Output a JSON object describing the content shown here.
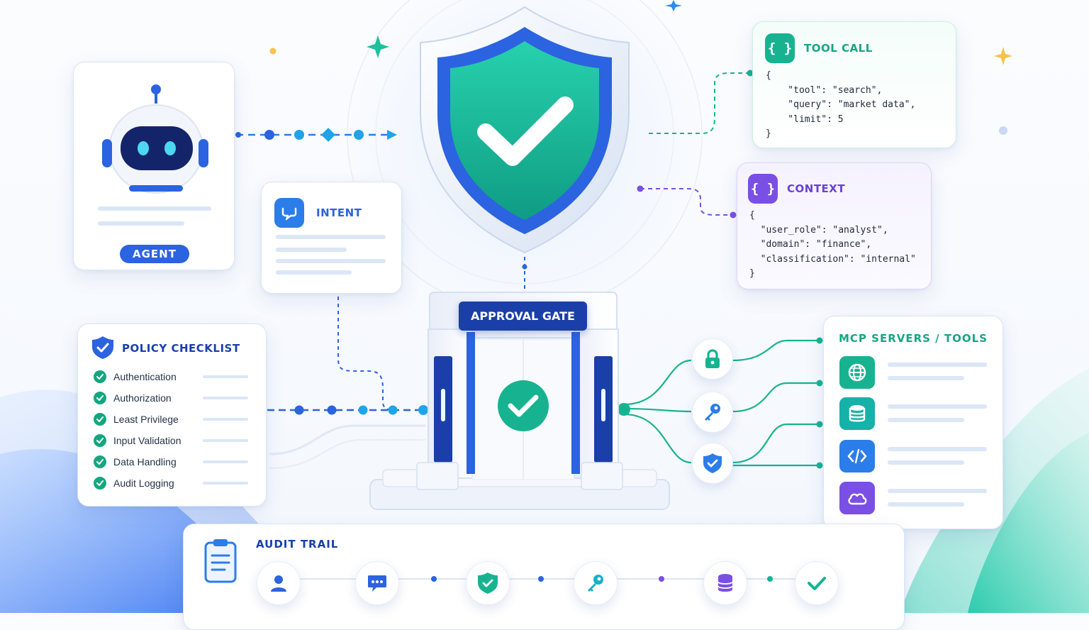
{
  "agent": {
    "label": "AGENT"
  },
  "intent": {
    "title": "INTENT"
  },
  "tool_call": {
    "title": "TOOL CALL",
    "icon_text": "{ }",
    "code_lines": [
      "{",
      "    \"tool\": \"search\",",
      "    \"query\": \"market data\",",
      "    \"limit\": 5",
      "}"
    ]
  },
  "context": {
    "title": "CONTEXT",
    "icon_text": "{ }",
    "code_lines": [
      "{",
      "  \"user_role\": \"analyst\",",
      "  \"domain\": \"finance\",",
      "  \"classification\": \"internal\"",
      "}"
    ]
  },
  "gate": {
    "title": "APPROVAL GATE"
  },
  "policy": {
    "title": "POLICY CHECKLIST",
    "items": [
      "Authentication",
      "Authorization",
      "Least Privilege",
      "Input Validation",
      "Data Handling",
      "Audit Logging"
    ]
  },
  "mcp": {
    "title": "MCP SERVERS / TOOLS",
    "tools": [
      "globe-icon",
      "database-icon",
      "code-icon",
      "cloud-icon"
    ]
  },
  "audit": {
    "title": "AUDIT TRAIL",
    "steps": [
      "user-icon",
      "chat-icon",
      "shield-icon",
      "key-icon",
      "database-icon",
      "check-icon"
    ]
  },
  "colors": {
    "primary_blue": "#2b63e0",
    "dark_blue": "#1a3fa8",
    "teal": "#17b391",
    "purple": "#7a4fe3",
    "green_check": "#14a77f"
  }
}
